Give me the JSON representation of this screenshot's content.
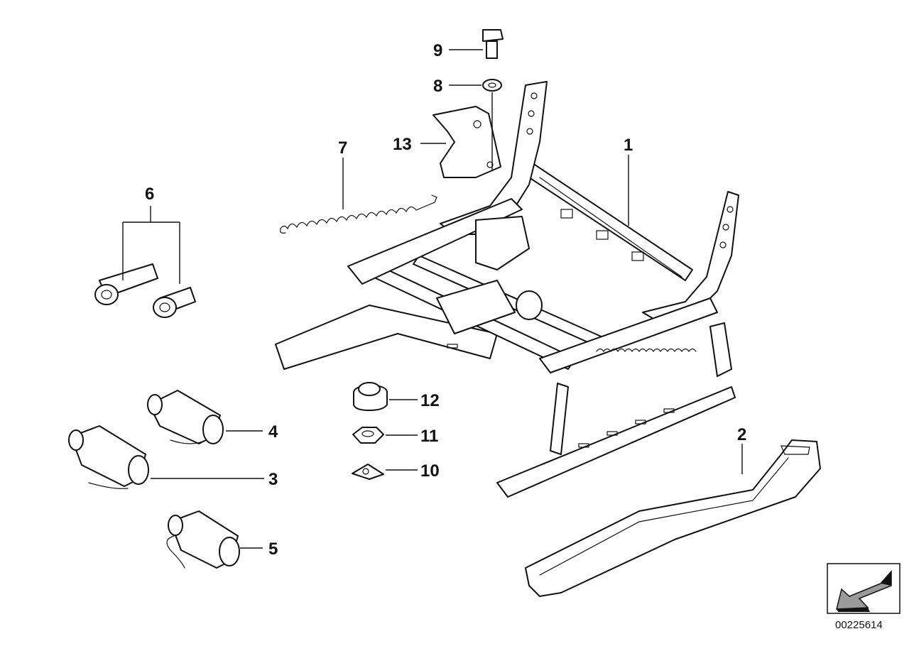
{
  "callouts": [
    {
      "label": "1"
    },
    {
      "label": "2"
    },
    {
      "label": "3"
    },
    {
      "label": "4"
    },
    {
      "label": "5"
    },
    {
      "label": "6"
    },
    {
      "label": "7"
    },
    {
      "label": "8"
    },
    {
      "label": "9"
    },
    {
      "label": "10"
    },
    {
      "label": "11"
    },
    {
      "label": "12"
    },
    {
      "label": "13"
    }
  ],
  "reference_number": "00225614",
  "icons": {
    "orientation": "direction-arrow-icon"
  }
}
